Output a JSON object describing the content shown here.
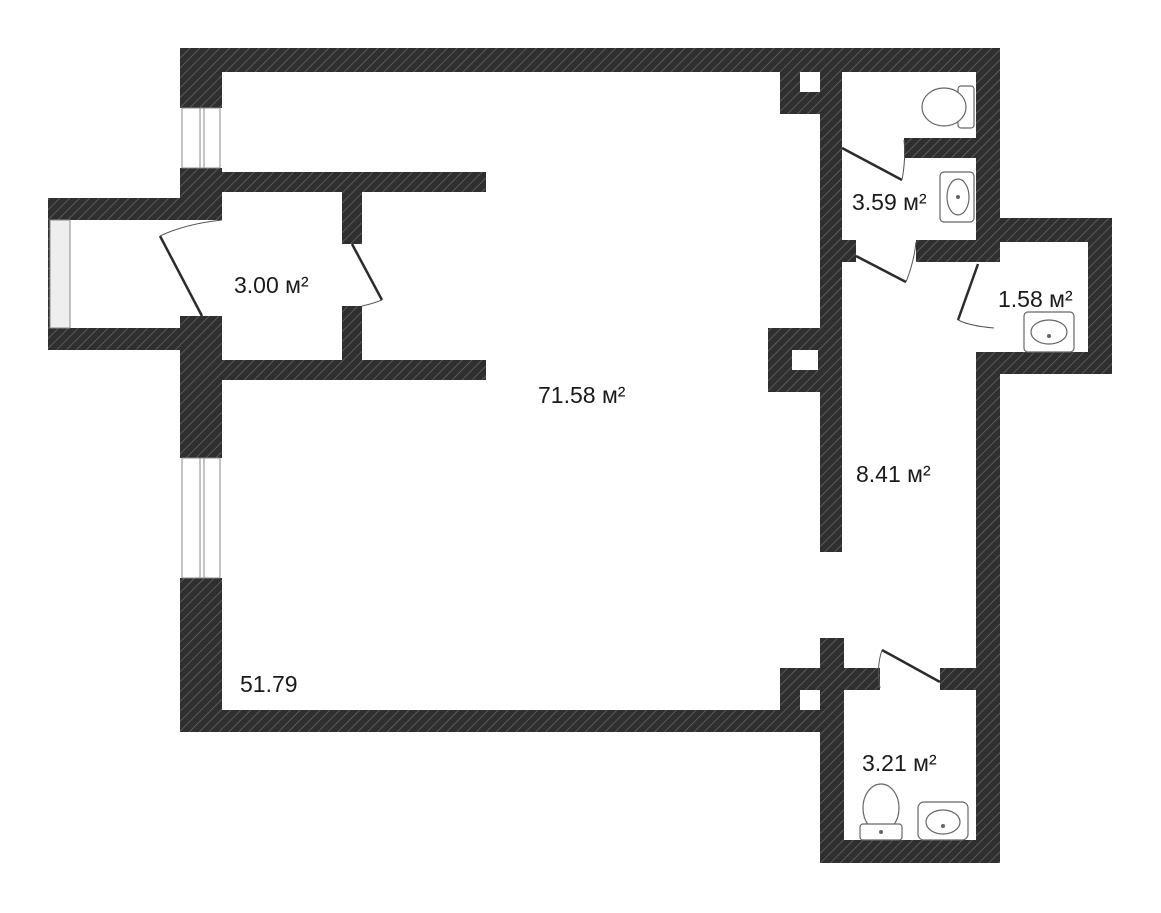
{
  "floor_plan": {
    "wall_color": "#2f2f2f",
    "hatch_color": "#6a6a6a",
    "rooms": [
      {
        "id": "main-hall",
        "label": "71.58 м²"
      },
      {
        "id": "entry-vestibule",
        "label": "3.00 м²"
      },
      {
        "id": "restroom-top",
        "label": "3.59 м²"
      },
      {
        "id": "restroom-small",
        "label": "1.58 м²"
      },
      {
        "id": "corridor",
        "label": "8.41 м²"
      },
      {
        "id": "restroom-bottom",
        "label": "3.21 м²"
      }
    ],
    "extra_label": "51.79"
  }
}
